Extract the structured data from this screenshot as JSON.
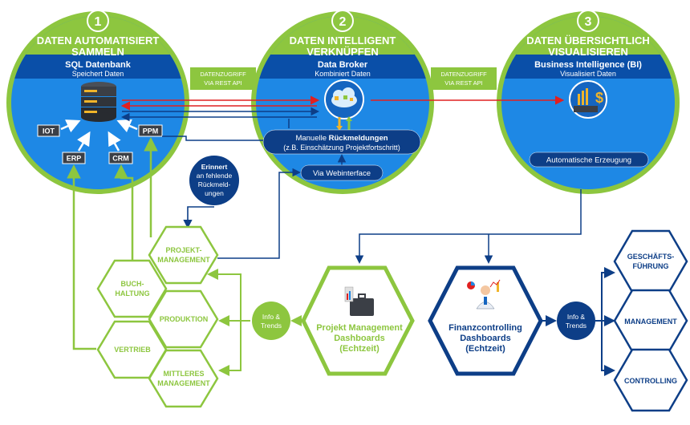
{
  "stages": [
    {
      "number": "1",
      "title_line1": "DATEN AUTOMATISIERT",
      "title_line2": "SAMMELN",
      "band_title": "SQL Datenbank",
      "band_sub": "Speichert Daten"
    },
    {
      "number": "2",
      "title_line1": "DATEN INTELLIGENT",
      "title_line2": "VERKNÜPFEN",
      "band_title": "Data Broker",
      "band_sub": "Kombiniert Daten"
    },
    {
      "number": "3",
      "title_line1": "DATEN ÜBERSICHTLICH",
      "title_line2": "VISUALISIEREN",
      "band_title": "Business Intelligence (BI)",
      "band_sub": "Visualisiert Daten"
    }
  ],
  "connectors": [
    {
      "line1": "DATENZUGRIFF",
      "line2": "VIA REST API"
    },
    {
      "line1": "DATENZUGRIFF",
      "line2": "VIA REST API"
    }
  ],
  "sources": [
    "IOT",
    "PPM",
    "ERP",
    "CRM"
  ],
  "manual_box": {
    "line1_pre": "Manuelle ",
    "line1_bold": "Rückmeldungen",
    "line2": "(z.B. Einschätzung Projektfortschritt)"
  },
  "webinterface": "Via Webinterface",
  "auto_generation": "Automatische Erzeugung",
  "reminder": [
    "Erinnert",
    "an fehlende",
    "Rückmeld-",
    "ungen"
  ],
  "departments": [
    {
      "lines": [
        "PROJEKT-",
        "MANAGEMENT"
      ]
    },
    {
      "lines": [
        "BUCH-",
        "HALTUNG"
      ]
    },
    {
      "lines": [
        "PRODUKTION"
      ]
    },
    {
      "lines": [
        "VERTRIEB"
      ]
    },
    {
      "lines": [
        "MITTLERES",
        "MANAGEMENT"
      ]
    }
  ],
  "info_trends": [
    "Info &",
    "Trends"
  ],
  "pm_dashboard": [
    "Projekt Management",
    "Dashboards",
    "(Echtzeit)"
  ],
  "fc_dashboard": [
    "Finanzcontrolling",
    "Dashboards",
    "(Echtzeit)"
  ],
  "audience": [
    {
      "lines": [
        "GESCHÄFTS-",
        "FÜHRUNG"
      ]
    },
    {
      "lines": [
        "MANAGEMENT"
      ]
    },
    {
      "lines": [
        "CONTROLLING"
      ]
    }
  ],
  "colors": {
    "green": "#8dc63f",
    "green_dark": "#6fae2e",
    "blue": "#1e88e5",
    "navy": "#0d3e87",
    "red": "#e02020",
    "band": "#0a4fa8"
  }
}
